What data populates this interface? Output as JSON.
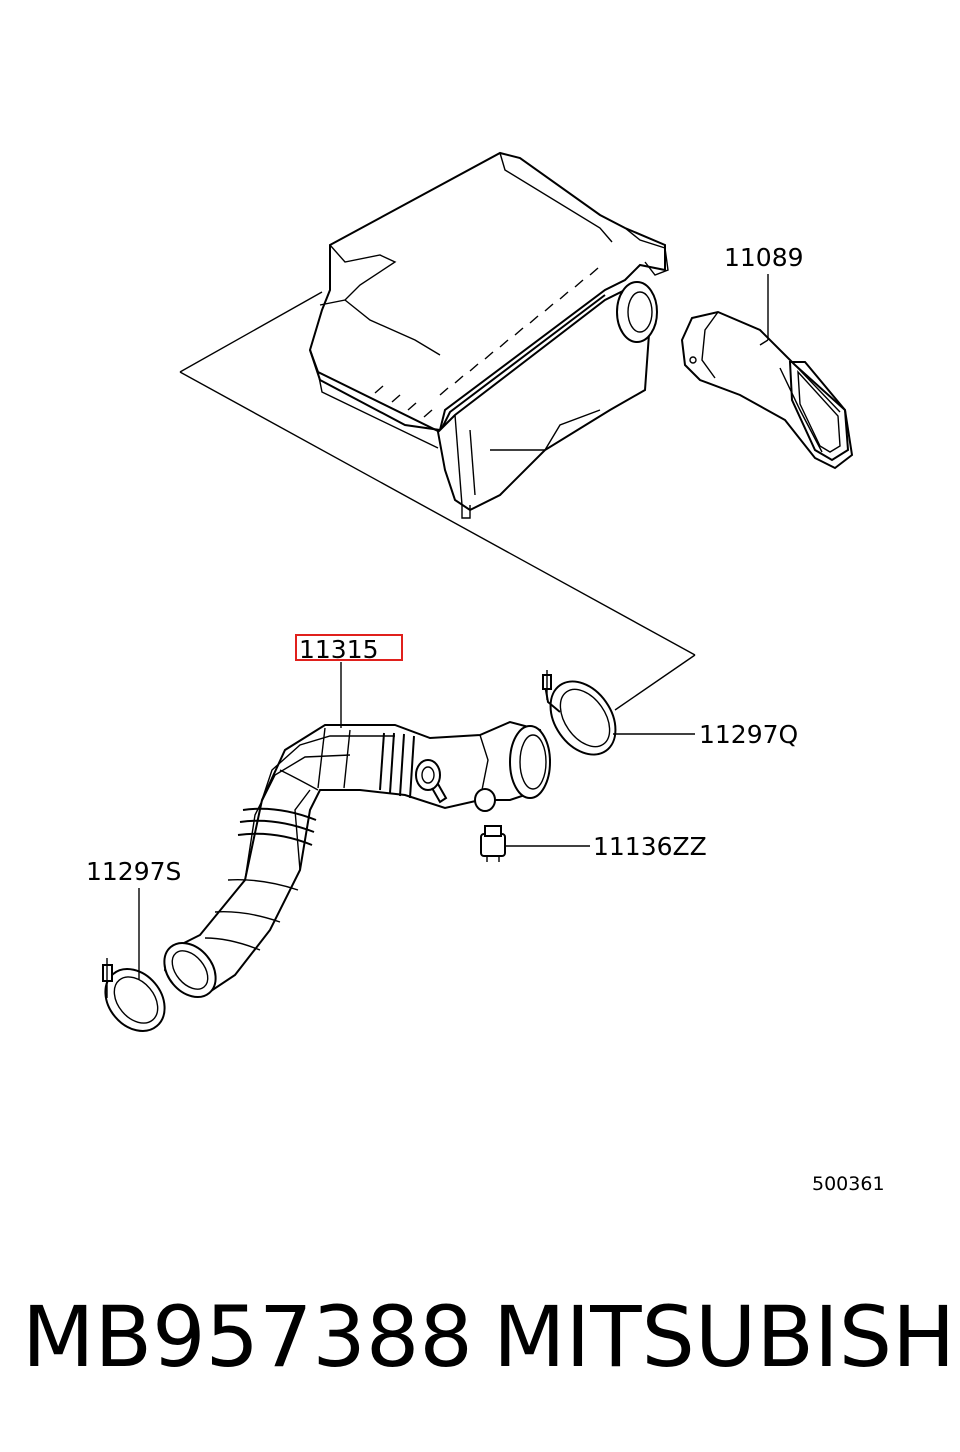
{
  "labels": {
    "air_cleaner_intake": "11089",
    "intake_hose": "11315",
    "clamp_upper": "11297Q",
    "sensor": "11136ZZ",
    "clamp_lower": "11297S",
    "ref_number": "500361"
  },
  "footer": {
    "part_number": "MB957388",
    "brand": "MITSUBISHI"
  },
  "colors": {
    "highlight_box": "#e0201c",
    "highlight_text": "#8a6060",
    "line": "#000000"
  }
}
